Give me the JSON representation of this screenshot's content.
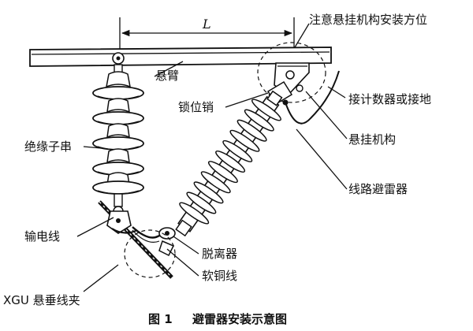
{
  "labels": {
    "span_symbol": "L",
    "mounting_note": "注意悬挂机构安装方位",
    "arm": "悬臂",
    "counter_or_ground": "接计数器或接地",
    "lock_pin": "锁位销",
    "suspension_mechanism": "悬挂机构",
    "insulator_string": "绝缘子串",
    "arrester": "线路避雷器",
    "conductor": "输电线",
    "disconnector": "脱离器",
    "copper_lead": "软铜线",
    "clamp": "XGU 悬垂线夹"
  },
  "caption": {
    "figure_no": "图 1",
    "title": "避雷器安装示意图"
  }
}
